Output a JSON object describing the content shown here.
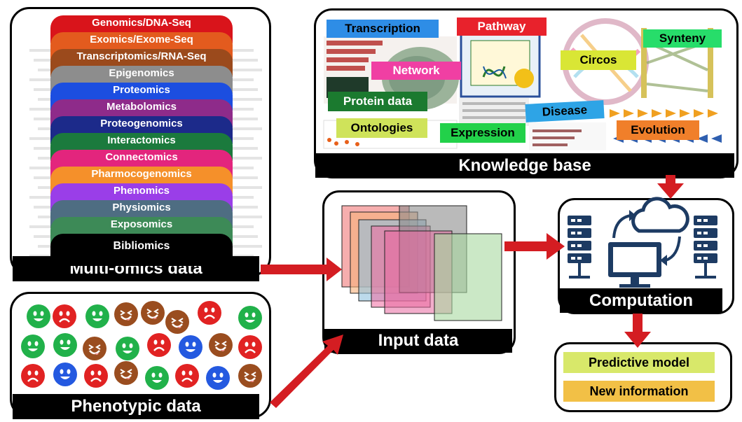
{
  "omics": {
    "caption": "Multi-omics data",
    "layers": [
      {
        "label": "Genomics/DNA-Seq",
        "color": "#d9141b"
      },
      {
        "label": "Exomics/Exome-Seq",
        "color": "#e35b1e"
      },
      {
        "label": "Transcriptomics/RNA-Seq",
        "color": "#9b4a1c"
      },
      {
        "label": "Epigenomics",
        "color": "#8d8d8d"
      },
      {
        "label": "Proteomics",
        "color": "#1c4ee0"
      },
      {
        "label": "Metabolomics",
        "color": "#8e2b8a"
      },
      {
        "label": "Proteogenomics",
        "color": "#1c2a8a"
      },
      {
        "label": "Interactomics",
        "color": "#1b7a3d"
      },
      {
        "label": "Connectomics",
        "color": "#e3257d"
      },
      {
        "label": "Pharmocogenomics",
        "color": "#f5902a"
      },
      {
        "label": "Phenomics",
        "color": "#9a3ee8"
      },
      {
        "label": "Physiomics",
        "color": "#4e6d82"
      },
      {
        "label": "Exposomics",
        "color": "#3d8a57"
      },
      {
        "label": "Bibliomics",
        "color": "#000000"
      }
    ]
  },
  "phenotypic": {
    "caption": "Phenotypic data",
    "colors": {
      "green": "#21b14a",
      "red": "#e12222",
      "brown": "#9a4d1f",
      "blue": "#2459e0"
    }
  },
  "knowledge_base": {
    "caption": "Knowledge base",
    "labels": [
      {
        "text": "Transcription",
        "bg": "#2e8de6"
      },
      {
        "text": "Pathway",
        "bg": "#e8222c",
        "fg": "#ffffff"
      },
      {
        "text": "Synteny",
        "bg": "#27dd6a"
      },
      {
        "text": "Network",
        "bg": "#f03fa3",
        "fg": "#ffffff"
      },
      {
        "text": "Circos",
        "bg": "#d9e635"
      },
      {
        "text": "Protein data",
        "bg": "#1b7a2f",
        "fg": "#ffffff"
      },
      {
        "text": "Disease",
        "bg": "#2ea4e6"
      },
      {
        "text": "Ontologies",
        "bg": "#cfe35a"
      },
      {
        "text": "Expression",
        "bg": "#22d14a"
      },
      {
        "text": "Evolution",
        "bg": "#f07f2a"
      }
    ]
  },
  "input": {
    "caption": "Input data"
  },
  "computation": {
    "caption": "Computation"
  },
  "outputs": [
    {
      "text": "Predictive model",
      "bg": "#d8e86a"
    },
    {
      "text": "New information",
      "bg": "#f2c046"
    }
  ],
  "colors": {
    "arrow": "#d41d22",
    "caption_bg": "#000000",
    "caption_fg": "#ffffff",
    "icon": "#1d3b63"
  }
}
